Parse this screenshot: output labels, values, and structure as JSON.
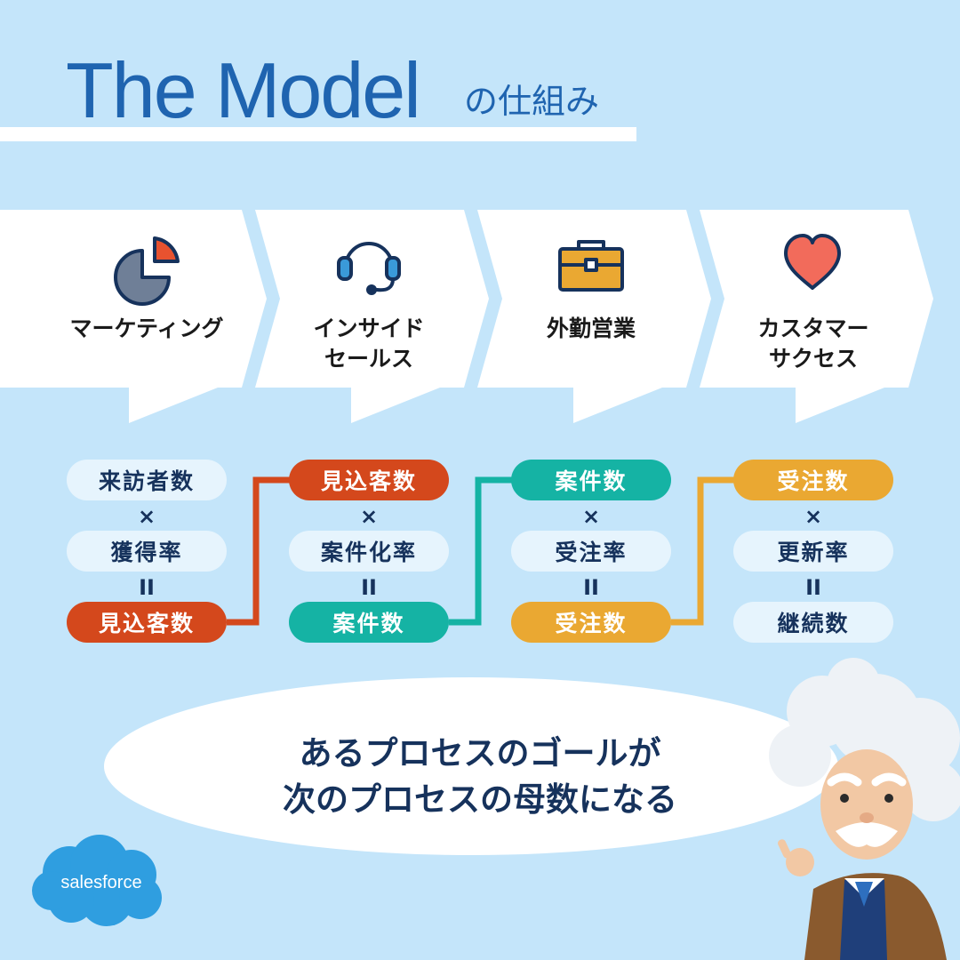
{
  "title": {
    "main": "The Model",
    "suffix": "の仕組み"
  },
  "stages": [
    {
      "label": "マーケティング",
      "icon": "pie-chart-icon"
    },
    {
      "label": "インサイド\nセールス",
      "icon": "headset-icon"
    },
    {
      "label": "外勤営業",
      "icon": "briefcase-icon"
    },
    {
      "label": "カスタマー\nサクセス",
      "icon": "heart-icon"
    }
  ],
  "formulas": [
    {
      "a": "来訪者数",
      "op1": "×",
      "b": "獲得率",
      "op2": "II",
      "result": "見込客数"
    },
    {
      "a": "見込客数",
      "op1": "×",
      "b": "案件化率",
      "op2": "II",
      "result": "案件数"
    },
    {
      "a": "案件数",
      "op1": "×",
      "b": "受注率",
      "op2": "II",
      "result": "受注数"
    },
    {
      "a": "受注数",
      "op1": "×",
      "b": "更新率",
      "op2": "II",
      "result": "継続数"
    }
  ],
  "message": "あるプロセスのゴールが\n次のプロセスの母数になる",
  "logo": "salesforce",
  "colors": {
    "background": "#c4e5fa",
    "title": "#1f64b0",
    "red": "#d4481c",
    "teal": "#15b3a4",
    "orange": "#eaa832",
    "navy": "#16325c"
  }
}
